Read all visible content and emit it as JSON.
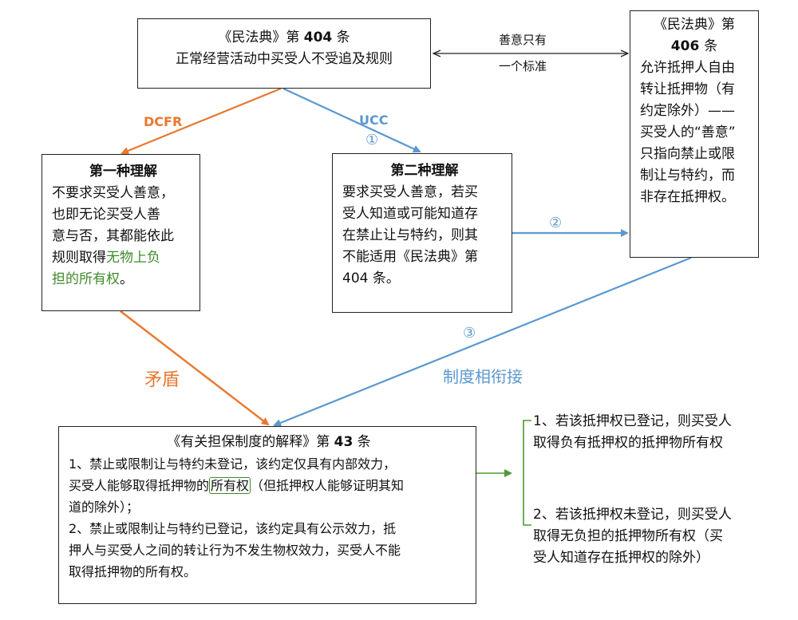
{
  "box404": {
    "title_pre": "《民法典》第",
    "title_num": "404",
    "title_post": "条",
    "subtitle": "正常经营活动中买受人不受追及规则"
  },
  "box406": {
    "title_pre": "《民法典》第",
    "title_num": "406",
    "title_post": "条",
    "lines": [
      "允许抵押人自由",
      "转让抵押物（有",
      "约定除外）——",
      "买受人的“善意”",
      "只指向禁止或限",
      "制让与特约，而",
      "非存在抵押权。"
    ]
  },
  "link_good_faith": {
    "line1": "善意只有",
    "line2": "一个标准"
  },
  "first": {
    "title": "第一种理解",
    "lines": [
      "不要求买受人善意，",
      "也即无论买受人善",
      "意与否，其都能依此"
    ],
    "line4_pre": "规则取得",
    "line4_green": "无物上负",
    "line5_green": "担的所有权",
    "line5_post": "。"
  },
  "second": {
    "title": "第二种理解",
    "lines": [
      "要求买受人善意，若买",
      "受人知道或可能知道存",
      "在禁止让与特约，则其",
      "不能适用《民法典》第",
      "404 条。"
    ]
  },
  "labels": {
    "dcfr": "DCFR",
    "ucc": "UCC",
    "c1": "①",
    "c2": "②",
    "c3": "③",
    "contradiction": "矛盾",
    "link_up": "制度相衔接"
  },
  "box43": {
    "title_pre": "《有关担保制度的解释》第",
    "title_num": "43",
    "title_post": "条",
    "line1": "1、禁止或限制让与特约未登记，该约定仅具有内部效力，",
    "line2_pre": "买受人能够取得抵押物的",
    "line2_hl": "所有权",
    "line2_post": "（但抵押权人能够证明其知",
    "line3": "道的除外）；",
    "line4": "2、禁止或限制让与特约已登记，该约定具有公示效力，抵",
    "line5": "押人与买受人之间的转让行为不发生物权效力，买受人不能",
    "line6": "取得抵押物的所有权。"
  },
  "branches": {
    "b1": [
      "1、若该抵押权已登记，则买受人",
      "取得负有抵押权的抵押物所有权"
    ],
    "b2": [
      "2、若该抵押权未登记，则买受人",
      "取得无负担的抵押物所有权（买",
      "受人知道存在抵押权的除外）"
    ]
  },
  "colors": {
    "orange": "#e8782f",
    "blue": "#5b98cf",
    "green": "#4d9a35",
    "black": "#222222"
  }
}
